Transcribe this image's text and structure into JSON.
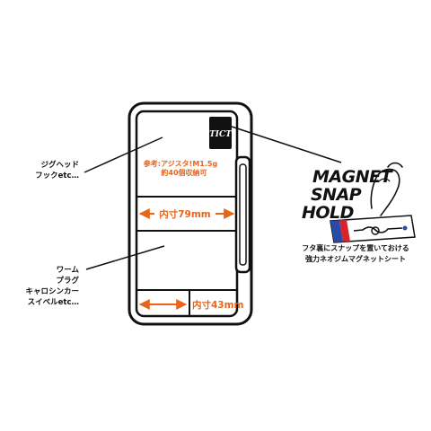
{
  "labels": {
    "jig_line1": "ジグヘッド",
    "jig_line2": "フックetc…",
    "worm_line1": "ワーム",
    "worm_line2": "プラグ",
    "worm_line3": "キャロシンカー",
    "worm_line4": "スイベルetc…",
    "ref_line1": "参考:アジスタ!M1.5g",
    "ref_line2": "約40個収納可",
    "inner_width_label": "内寸79mm",
    "inner_small_label": "内寸43mm",
    "brand_logo": "TICT",
    "magnet_line1": "MAGNET",
    "magnet_line2": "SNAP",
    "magnet_line3": "HOLD",
    "caption_line1": "フタ裏にスナップを置いておける",
    "caption_line2": "強力ネオジムマグネットシート"
  },
  "colors": {
    "outline": "#111111",
    "accent": "#e8651a",
    "card_blue": "#2a4aa8",
    "card_red": "#d8232a"
  }
}
